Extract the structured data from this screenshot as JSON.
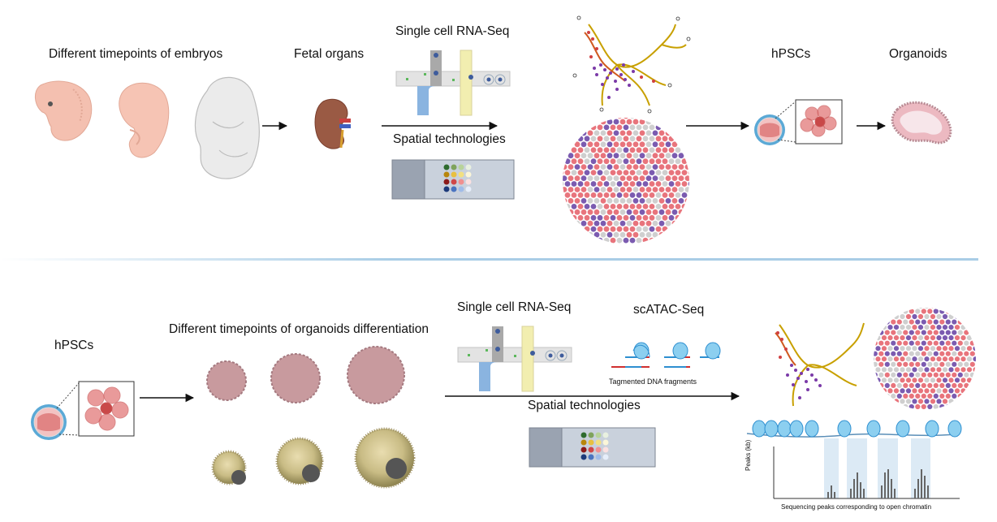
{
  "top": {
    "embryos_label": "Different timepoints of embryos",
    "fetal_label": "Fetal organs",
    "scrna_label": "Single cell RNA-Seq",
    "spatial_label": "Spatial technologies",
    "hpsc_label": "hPSCs",
    "organoid_label": "Organoids"
  },
  "bottom": {
    "hpsc_label": "hPSCs",
    "diff_label": "Different timepoints of organoids differentiation",
    "scrna_label": "Single cell RNA-Seq",
    "atac_label": "scATAC-Seq",
    "tagmented_label": "Tagmented DNA fragments",
    "spatial_label": "Spatial technologies",
    "peaks_axis_label": "Peaks (kb)",
    "peaks_caption": "Sequencing peaks corresponding to open chromatin"
  },
  "colors": {
    "pink_spot": "#e8747c",
    "purple_spot": "#7b5bb0",
    "gray_spot": "#cfcfcf",
    "divider": "#a9cde6",
    "embryo": "#f4c0b0",
    "organoid": "#c89a9e"
  },
  "chart_data": {
    "type": "bar",
    "ylabel": "Peaks (kb)",
    "xlabel": "Sequencing peaks corresponding to open chromatin",
    "groups": [
      {
        "values": [
          2,
          4,
          2
        ]
      },
      {
        "values": [
          3,
          6,
          8,
          5,
          3
        ]
      },
      {
        "values": [
          4,
          8,
          9,
          6,
          3
        ]
      },
      {
        "values": [
          3,
          6,
          9,
          7,
          4
        ]
      }
    ]
  }
}
